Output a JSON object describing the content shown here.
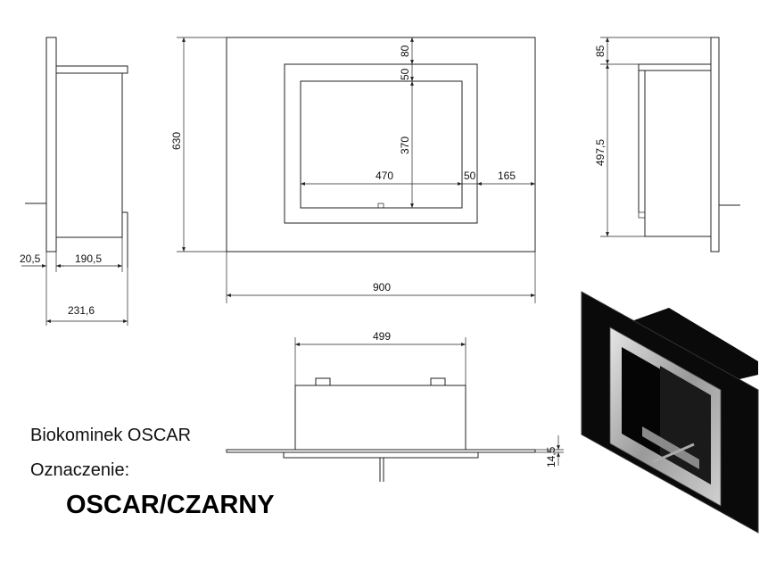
{
  "product_title": "Biokominek OSCAR",
  "designation_label": "Oznaczenie:",
  "model_code": "OSCAR/CZARNY",
  "dimensions": {
    "side_left_wall": "20,5",
    "side_left_depth": "190,5",
    "side_left_total": "231,6",
    "front_height": "630",
    "front_top_margin": "80",
    "front_frame": "50",
    "front_opening_height": "370",
    "front_opening_width": "470",
    "front_frame_side": "50",
    "front_side_margin": "165",
    "front_width": "900",
    "side_right_top": "85",
    "side_right_height": "497,5",
    "top_width": "499",
    "top_plate": "14,5"
  },
  "colors": {
    "line": "#222222",
    "body": "#0a0a0a",
    "frame": "#b8b8b8"
  }
}
